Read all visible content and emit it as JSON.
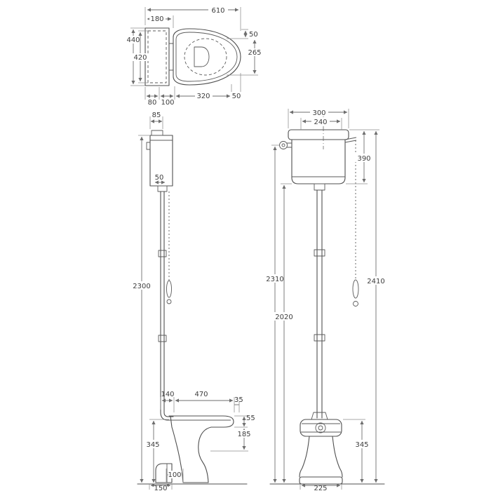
{
  "plan": {
    "overall_width": "610",
    "cistern_width": "180",
    "rim_gap": "50",
    "overall_depth": "440",
    "inner_depth": "420",
    "seat_depth": "265",
    "seg_80": "80",
    "seg_100": "100",
    "seg_320": "320",
    "seg_50": "50"
  },
  "side": {
    "cap_width": "85",
    "valve_height": "50",
    "overall_height": "2300",
    "pan_height": "345",
    "pipe_offset": "140",
    "pan_depth": "470",
    "seat_overhang": "35",
    "rim_thickness": "55",
    "rim_drop": "185",
    "outlet_offset": "150",
    "outlet_width": "100"
  },
  "front": {
    "lid_width": "300",
    "cistern_width": "240",
    "cistern_height": "390",
    "bracket_height": "2310",
    "pipe_height": "2020",
    "overall_height": "2410",
    "pan_height": "345",
    "base_width": "225"
  }
}
